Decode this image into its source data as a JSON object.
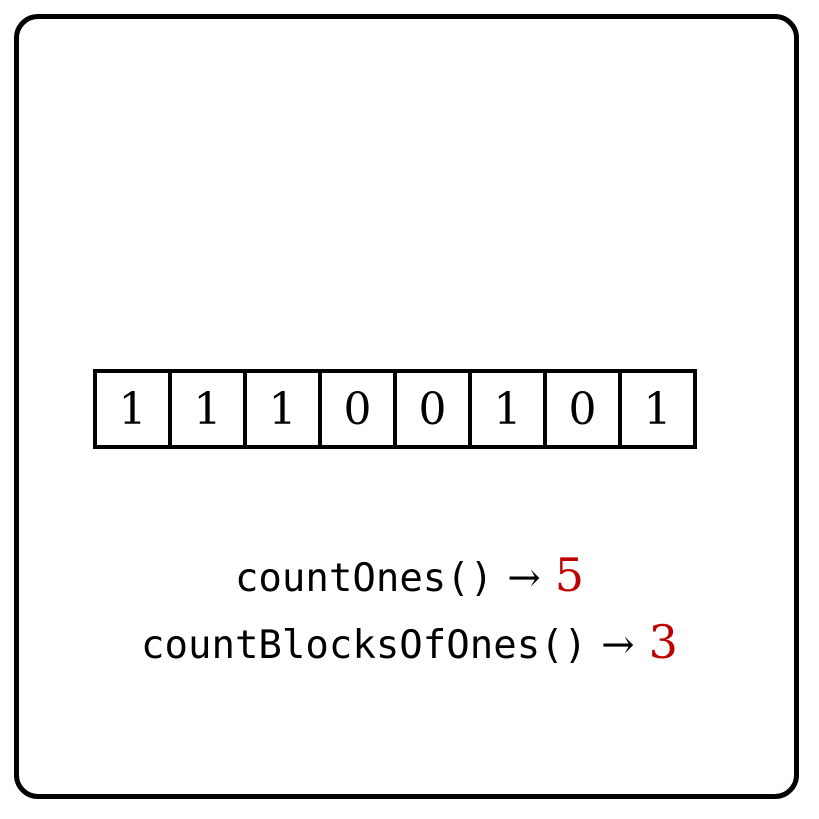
{
  "bits": [
    "1",
    "1",
    "1",
    "0",
    "0",
    "1",
    "0",
    "1"
  ],
  "functions": [
    {
      "call": "countOnes()",
      "arrow": "→",
      "result": "5"
    },
    {
      "call": "countBlocksOfOnes()",
      "arrow": "→",
      "result": "3"
    }
  ],
  "colors": {
    "result": "#c00000",
    "border": "#000000"
  }
}
